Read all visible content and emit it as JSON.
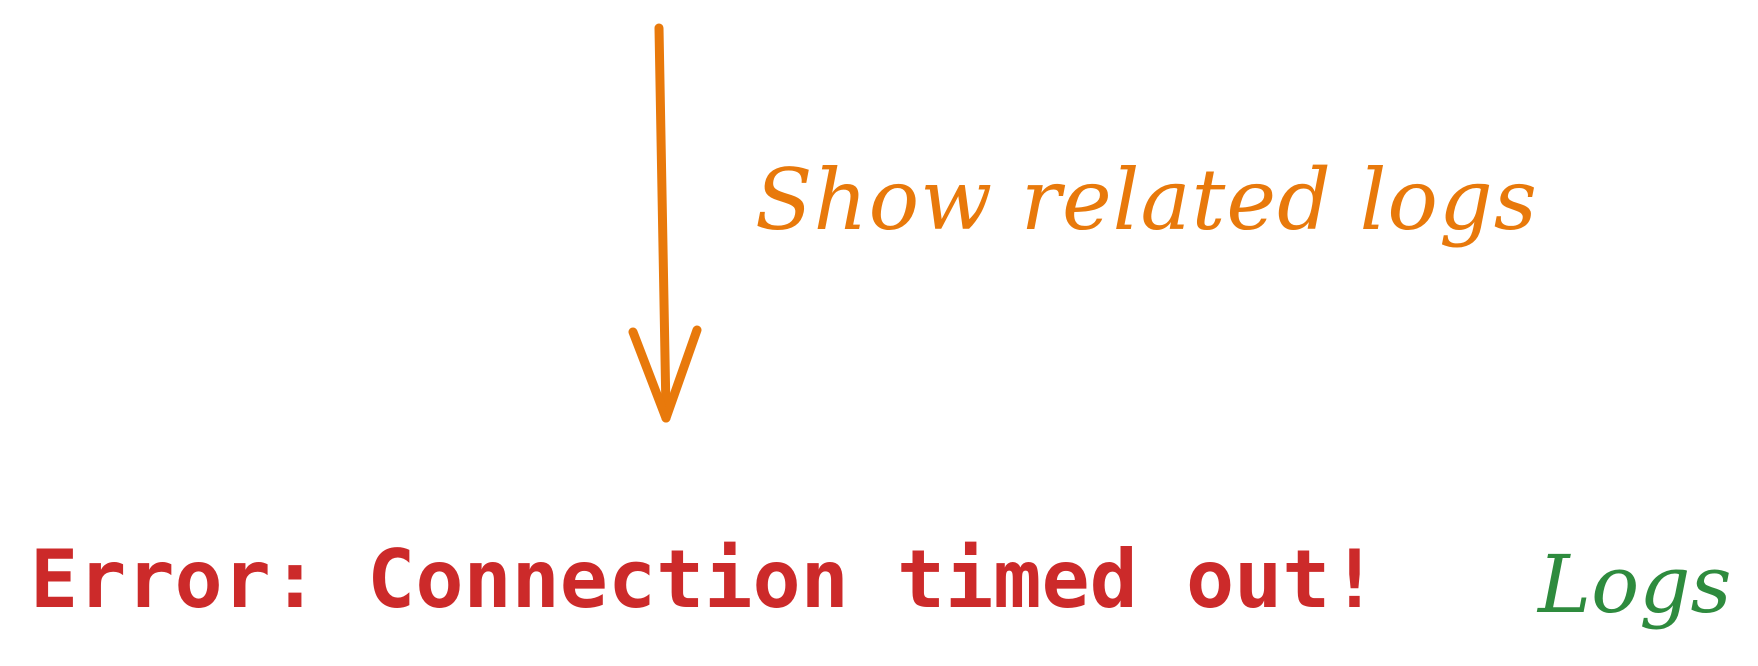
{
  "annotation": {
    "text": "Show related logs",
    "color": "#e8790b"
  },
  "error": {
    "text": "Error: Connection timed out!",
    "color": "#cc2a2a"
  },
  "logs_link": {
    "label": "Logs",
    "color": "#2e8b3e"
  },
  "icons": {
    "arrow": "arrow-down-icon"
  }
}
